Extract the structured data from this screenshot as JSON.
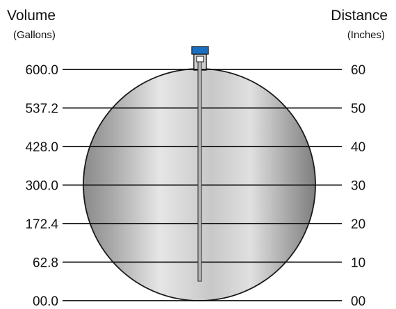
{
  "left_axis": {
    "title": "Volume",
    "subtitle": "(Gallons)"
  },
  "right_axis": {
    "title": "Distance",
    "subtitle": "(Inches)"
  },
  "rows": [
    {
      "volume": "600.0",
      "distance": "60"
    },
    {
      "volume": "537.2",
      "distance": "50"
    },
    {
      "volume": "428.0",
      "distance": "40"
    },
    {
      "volume": "300.0",
      "distance": "30"
    },
    {
      "volume": "172.4",
      "distance": "20"
    },
    {
      "volume": "62.8",
      "distance": "10"
    },
    {
      "volume": "00.0",
      "distance": "00"
    }
  ],
  "colors": {
    "cap": "#1a6fc0",
    "tank_light": "#e4e4e4",
    "tank_dark": "#8c8c8c",
    "line": "#111111"
  }
}
